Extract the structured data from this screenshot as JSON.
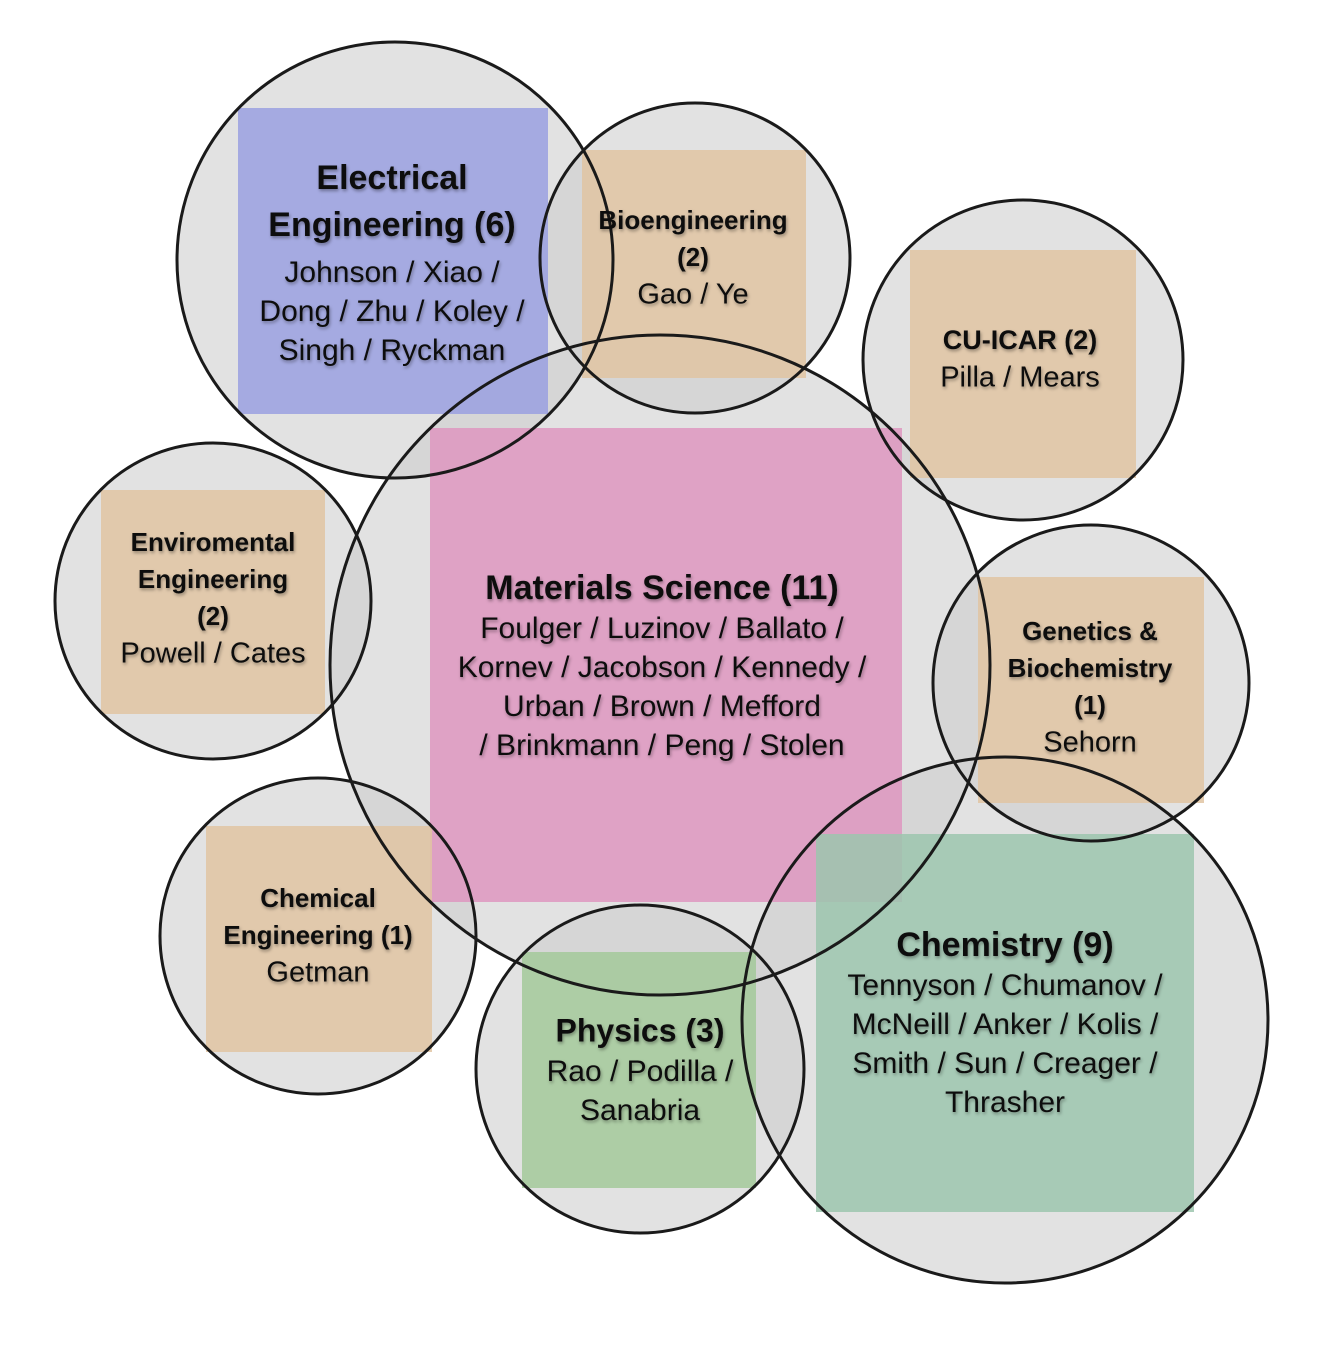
{
  "colors": {
    "electrical": "#9aa0e0",
    "materials": "#de97c0",
    "chemistry": "#9cc5ae",
    "physics": "#a3c99a",
    "tan": "#e0c4a2",
    "circle_fill": "#cfcfcf",
    "circle_stroke": "#1a1a1a"
  },
  "departments": {
    "electrical": {
      "title_lines": [
        "Electrical",
        "Engineering (6)"
      ],
      "name_lines": [
        "Johnson / Xiao /",
        "Dong / Zhu / Koley /",
        "Singh / Ryckman"
      ]
    },
    "bioengineering": {
      "title_lines": [
        "Bioengineering",
        "(2)"
      ],
      "name_lines": [
        "Gao / Ye"
      ]
    },
    "cuicar": {
      "title_lines": [
        "CU-ICAR (2)"
      ],
      "name_lines": [
        "Pilla / Mears"
      ]
    },
    "environmental": {
      "title_lines": [
        "Enviromental",
        "Engineering",
        "(2)"
      ],
      "name_lines": [
        "Powell / Cates"
      ]
    },
    "materials": {
      "title_lines": [
        "Materials Science (11)"
      ],
      "name_lines": [
        "Foulger / Luzinov / Ballato /",
        "Kornev / Jacobson / Kennedy /",
        "Urban / Brown / Mefford",
        "/ Brinkmann / Peng / Stolen"
      ]
    },
    "genetics": {
      "title_lines": [
        "Genetics &",
        "Biochemistry",
        "(1)"
      ],
      "name_lines": [
        "Sehorn"
      ]
    },
    "chemical": {
      "title_lines": [
        "Chemical",
        "Engineering (1)"
      ],
      "name_lines": [
        "Getman"
      ]
    },
    "physics": {
      "title_lines": [
        "Physics (3)"
      ],
      "name_lines": [
        "Rao / Podilla /",
        "Sanabria"
      ]
    },
    "chemistry": {
      "title_lines": [
        "Chemistry (9)"
      ],
      "name_lines": [
        "Tennyson / Chumanov /",
        "McNeill / Anker / Kolis /",
        "Smith / Sun / Creager /",
        "Thrasher"
      ]
    }
  }
}
